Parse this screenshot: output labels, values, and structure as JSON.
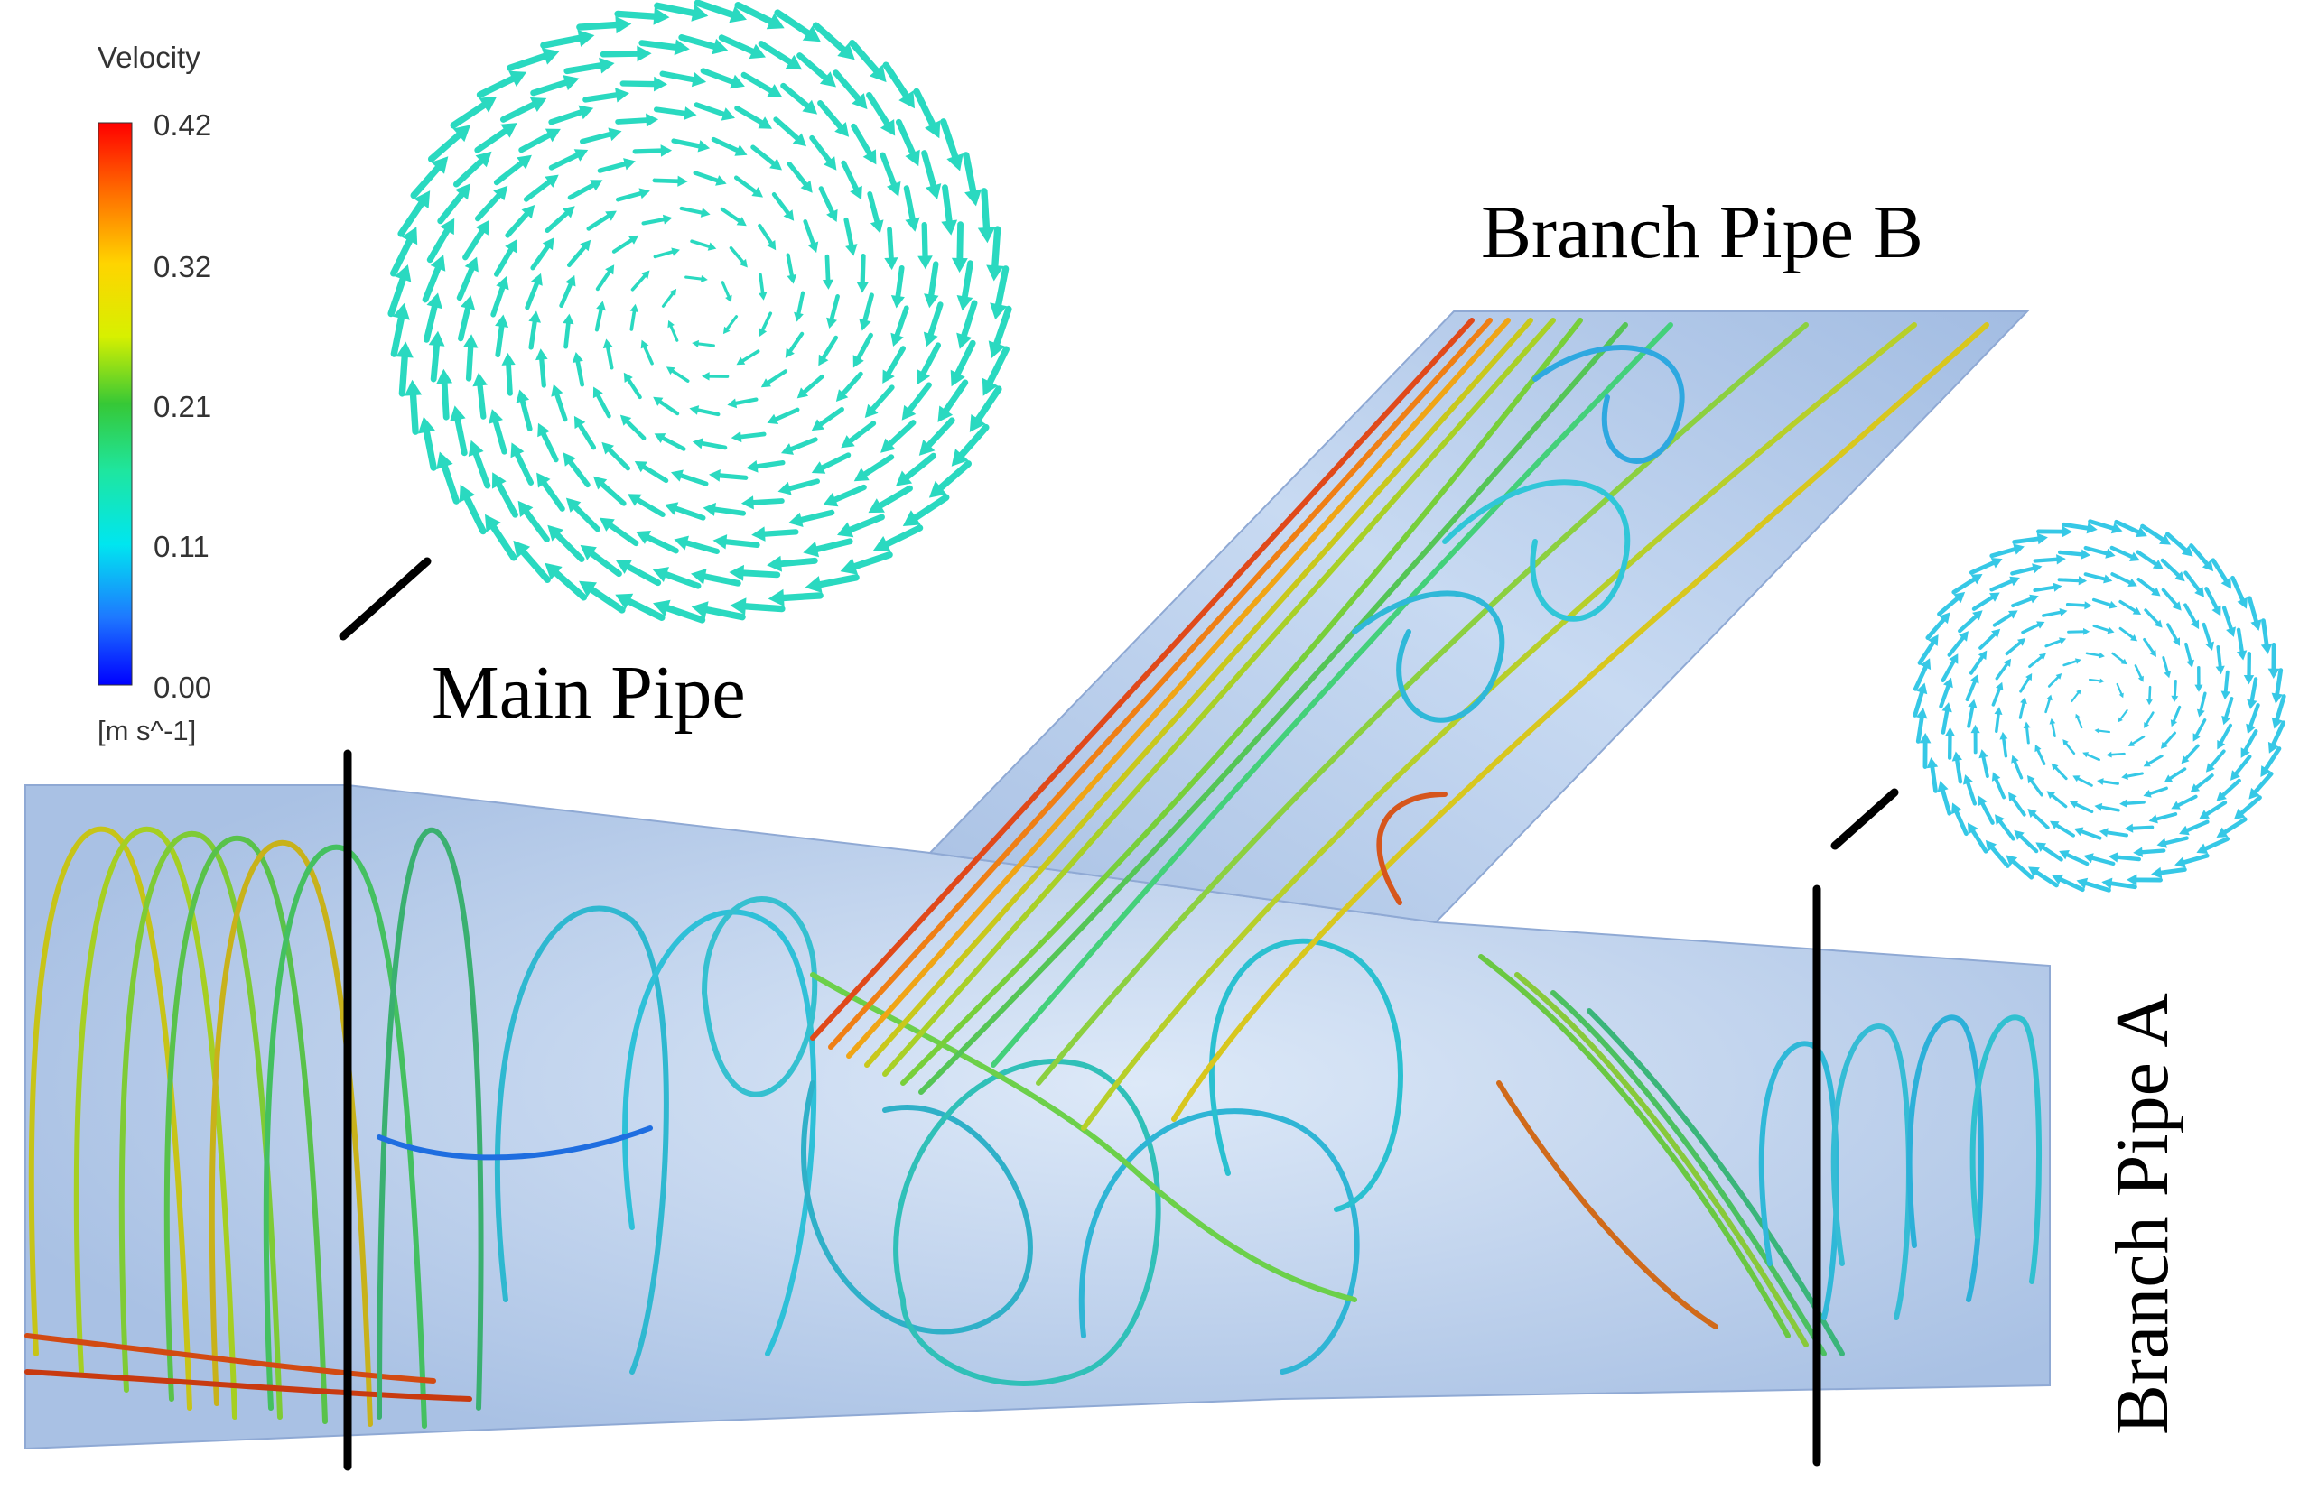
{
  "legend": {
    "title": "Velocity",
    "unit": "[m s^-1]",
    "ticks": [
      "0.42",
      "0.32",
      "0.21",
      "0.11",
      "0.00"
    ],
    "gradient_colors": [
      "#ff0000",
      "#ff6a00",
      "#ffd400",
      "#d7f000",
      "#36c836",
      "#1ee6a0",
      "#00e6f0",
      "#1e78ff",
      "#0000ff"
    ]
  },
  "labels": {
    "main_pipe": "Main Pipe",
    "branch_b": "Branch Pipe B",
    "branch_a": "Branch Pipe A"
  },
  "colors": {
    "pipe_fill": "#b3c9e8",
    "pipe_edge": "#8fa9d4",
    "section_line": "#000000",
    "vector_main": "#2ad9c0",
    "vector_branch": "#36c8e6"
  }
}
